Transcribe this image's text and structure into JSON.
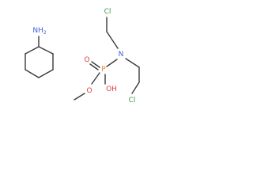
{
  "molecules": {
    "cyclohexylamine": {
      "amine_label": "NH",
      "amine_subscript": "2"
    },
    "phosphoramide": {
      "chlorine_top": "Cl",
      "chlorine_bottom": "Cl",
      "nitrogen": "N",
      "phosphorus": "P",
      "oxygen_double": "O",
      "hydroxyl": "OH",
      "ester_oxygen": "O"
    }
  },
  "colors": {
    "bond": "#3a3a3a",
    "carbon_text": "#2b2b2b",
    "chlorine": "#3f9b3f",
    "phosphorus": "#e0842a",
    "oxygen": "#e23a3a",
    "nitrogen": "#3f5fd9"
  }
}
